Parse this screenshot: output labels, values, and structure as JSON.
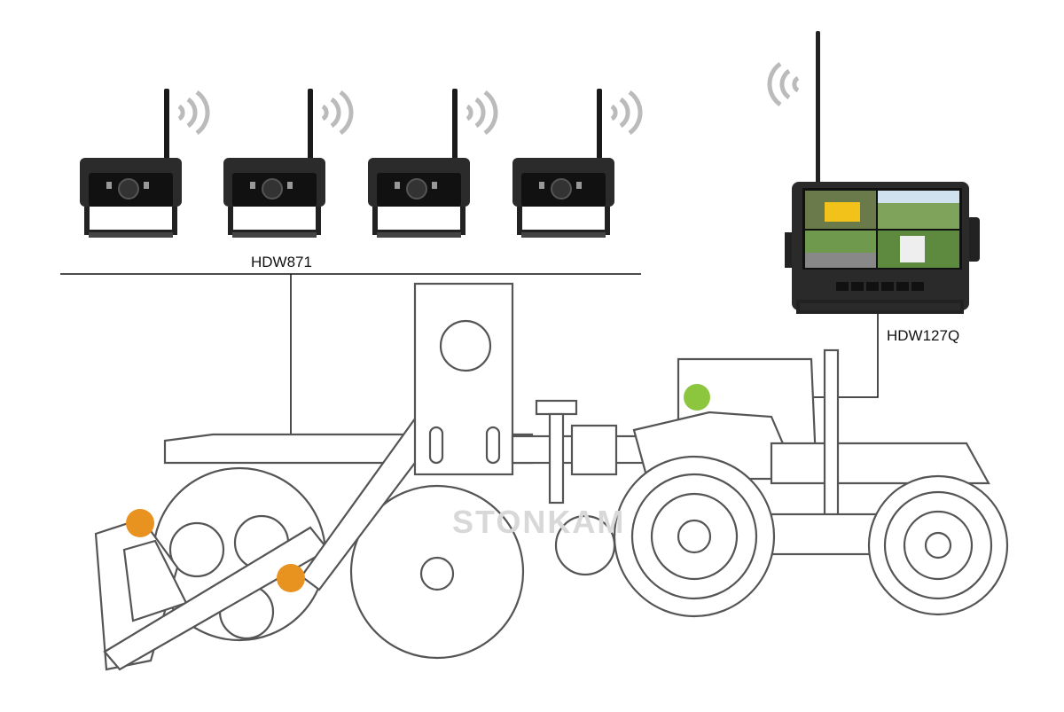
{
  "cameras": {
    "model": "HDW871",
    "count": 4
  },
  "monitor": {
    "model": "HDW127Q"
  },
  "watermark": "STONKAM",
  "colors": {
    "camera_marker": "#e8921f",
    "monitor_marker": "#8cc63f",
    "line": "#555555"
  },
  "icons": [
    "wifi-signal-icon",
    "antenna-icon"
  ]
}
